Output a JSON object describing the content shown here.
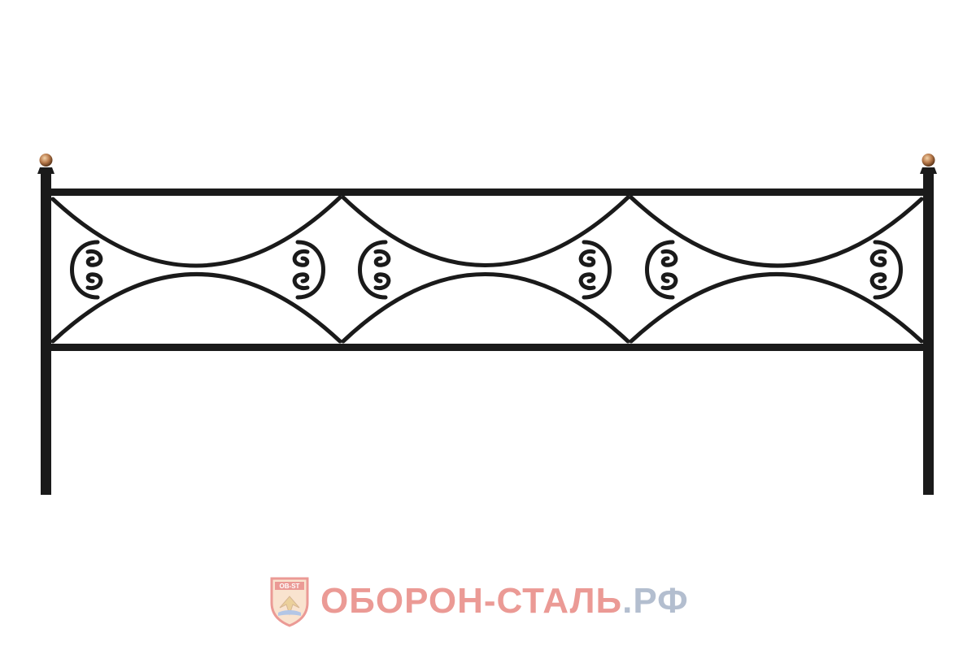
{
  "colors": {
    "background": "#ffffff",
    "metal": "#1a1a1a",
    "finial": "#b87a4b",
    "watermark_red": "#d8372e",
    "watermark_blue": "#6a7fa0"
  },
  "watermark": {
    "brand": "ОБОРОН-СТАЛЬ",
    "tld": ".РФ",
    "shield_text": "OB-ST"
  }
}
